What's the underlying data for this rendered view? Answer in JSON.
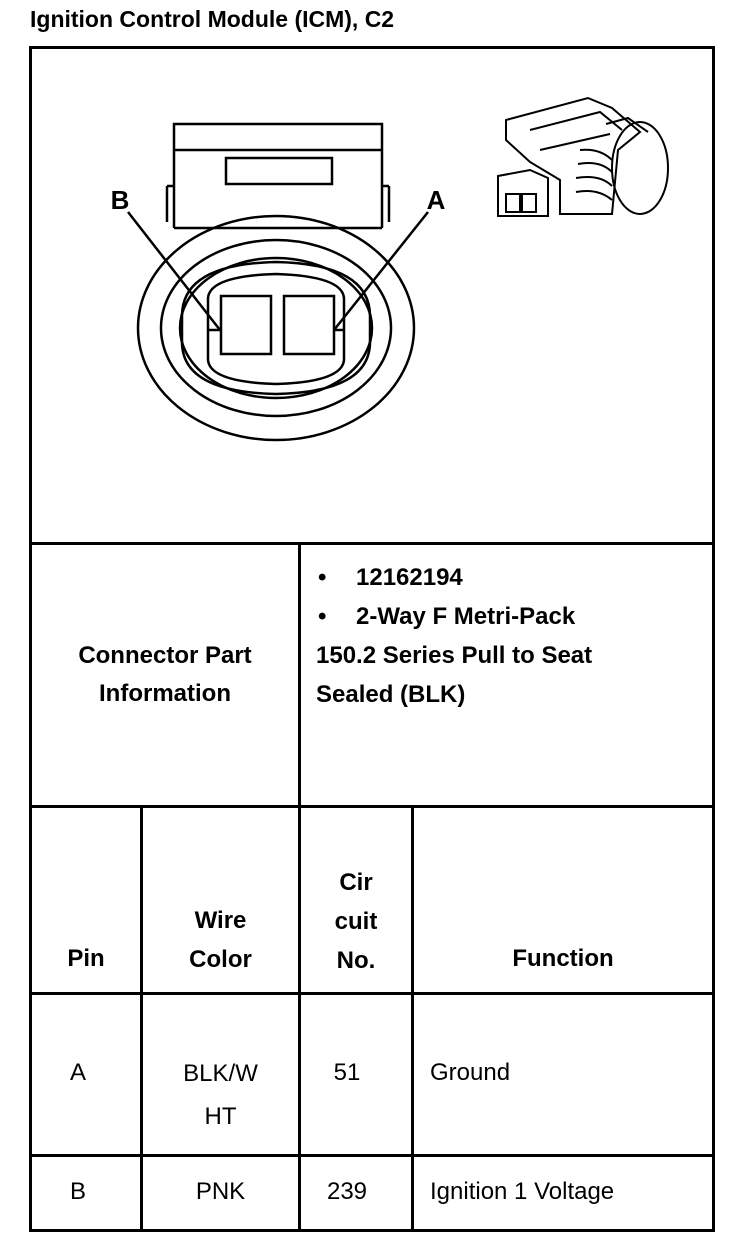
{
  "header": {
    "title": "Ignition Control Module (ICM), C2"
  },
  "diagram": {
    "pin_labels": [
      "B",
      "A"
    ]
  },
  "part_info": {
    "label_line1": "Connector Part",
    "label_line2": "Information",
    "bullet_char": "•",
    "bullets": [
      "12162194",
      "2-Way F Metri-Pack"
    ],
    "continuation": [
      "150.2 Series Pull to Seat",
      "Sealed (BLK)"
    ]
  },
  "table": {
    "headers": {
      "pin": "Pin",
      "wire_color_1": "Wire",
      "wire_color_2": "Color",
      "circuit_1": "Cir",
      "circuit_2": "cuit",
      "circuit_3": "No.",
      "function": "Function"
    },
    "rows": [
      {
        "pin": "A",
        "wire_color_1": "BLK/W",
        "wire_color_2": "HT",
        "circuit": "51",
        "function": "Ground"
      },
      {
        "pin": "B",
        "wire_color_1": "PNK",
        "wire_color_2": "",
        "circuit": "239",
        "function": "Ignition 1 Voltage"
      }
    ]
  }
}
